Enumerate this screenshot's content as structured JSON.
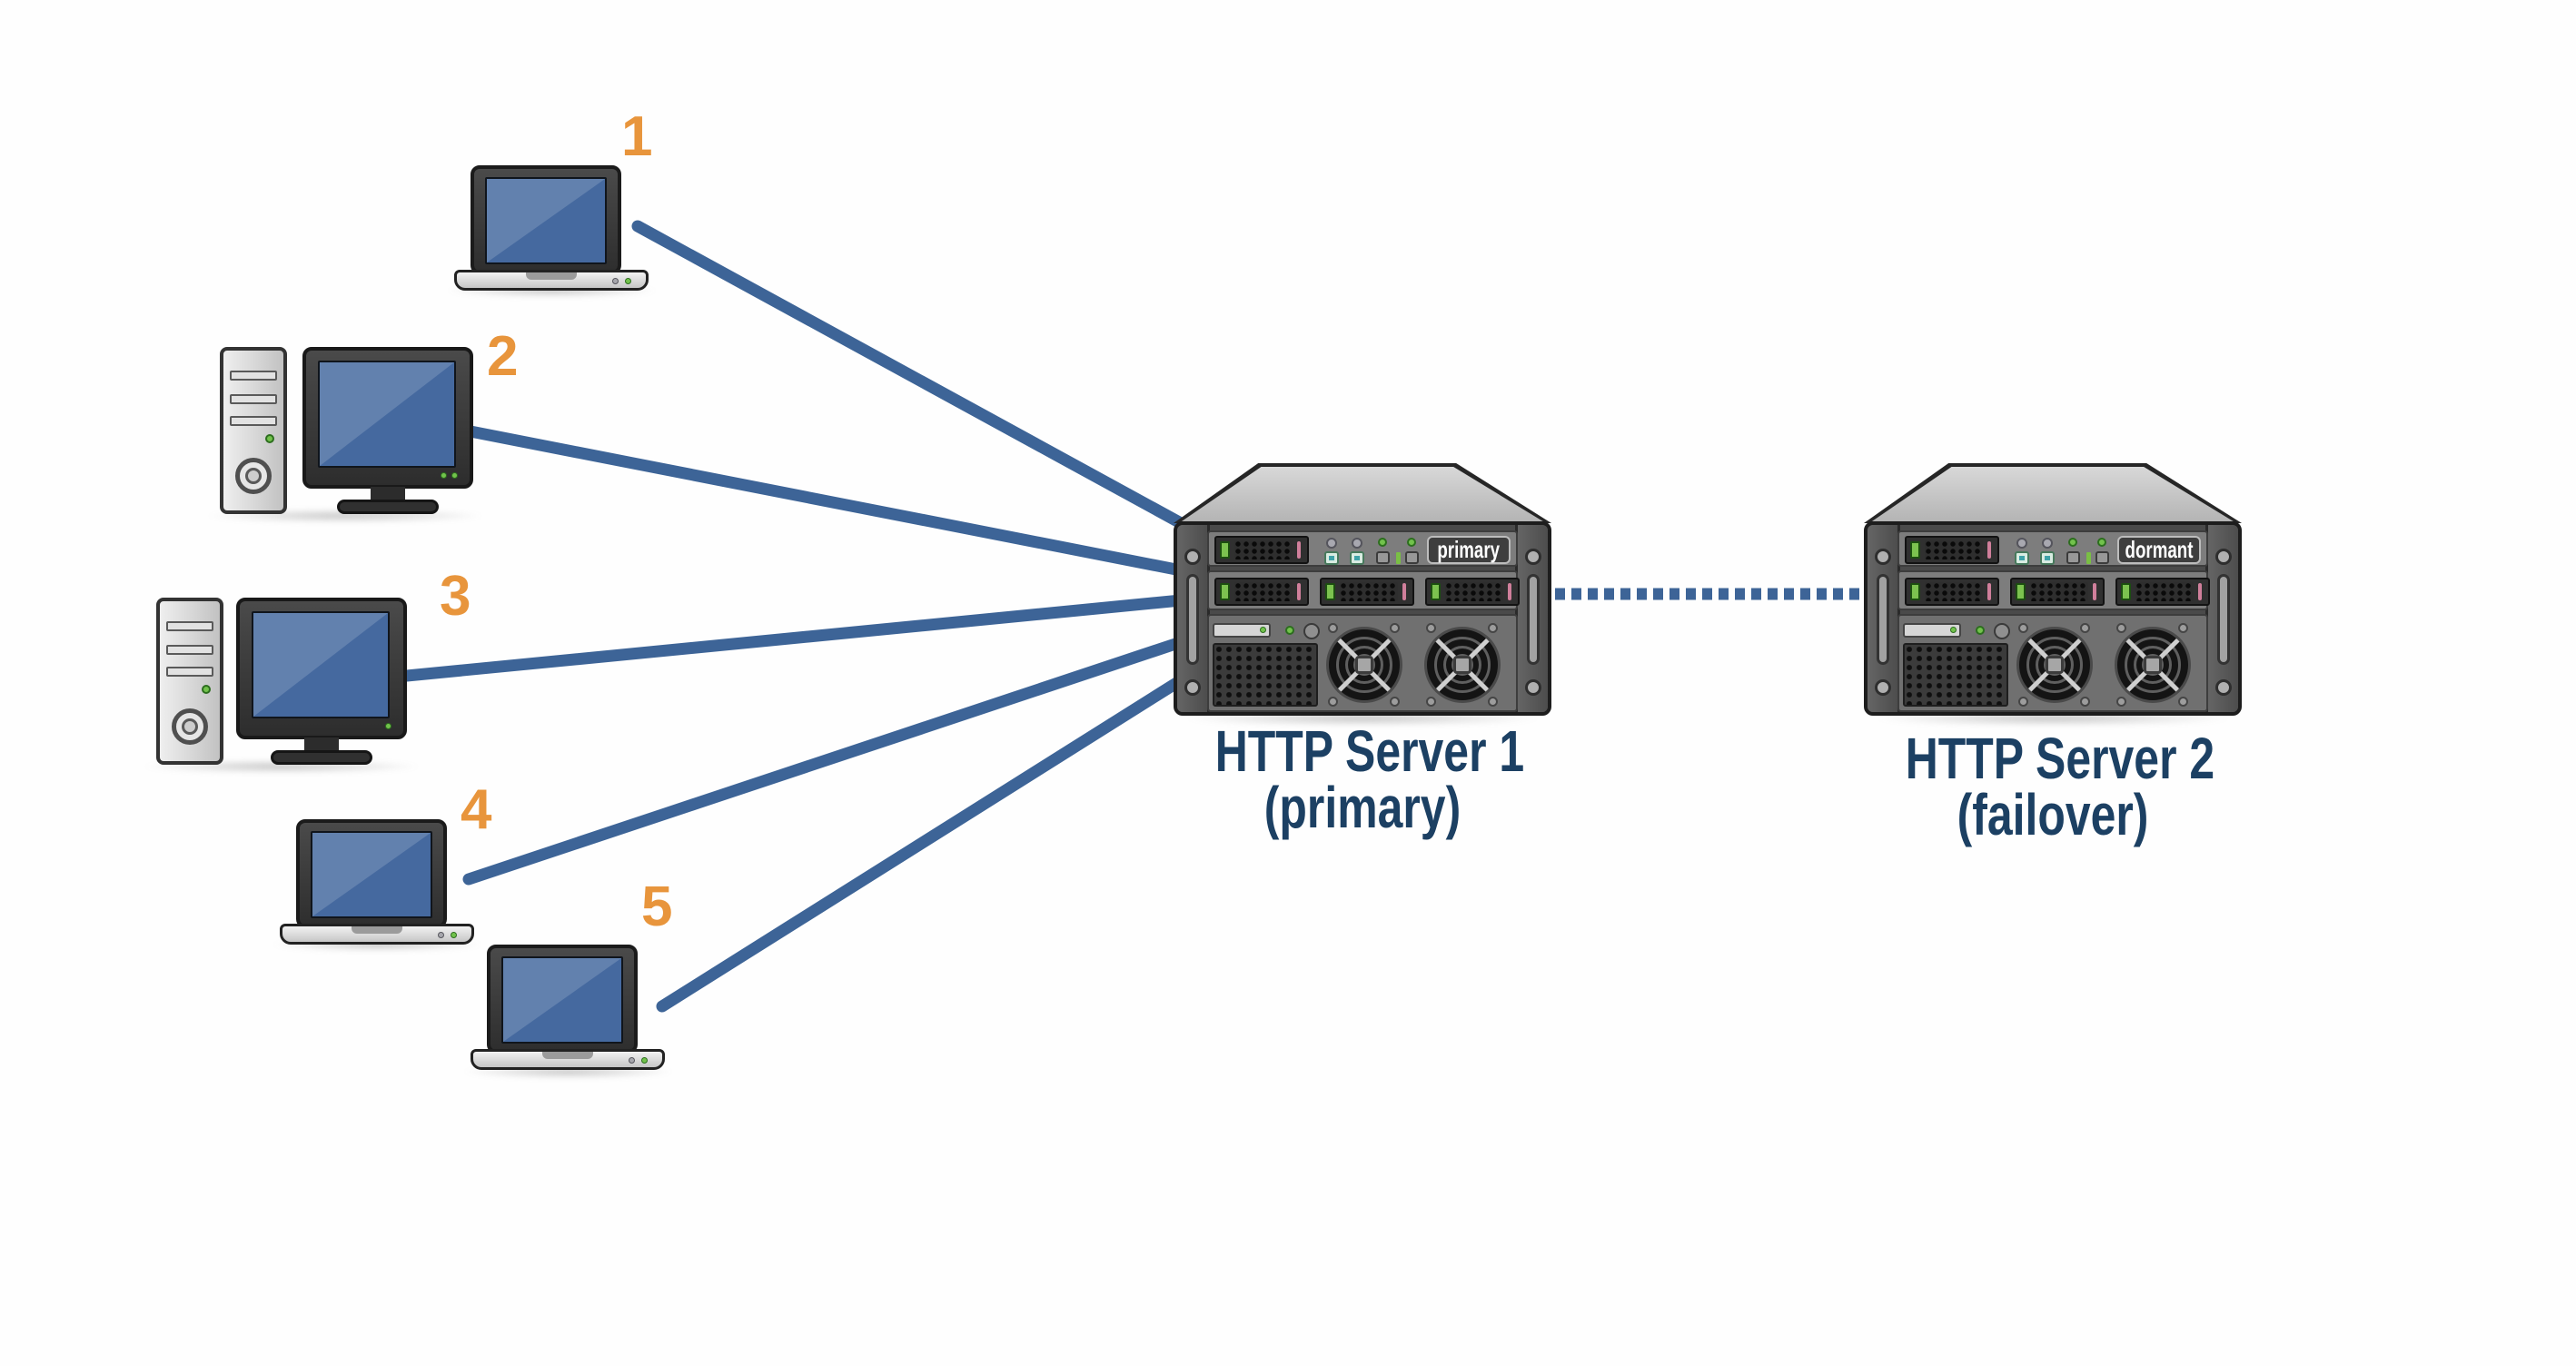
{
  "colors": {
    "line": "#3d6497",
    "number": "#e8953c",
    "caption": "#1c4063",
    "screen": "#45699f"
  },
  "clients": [
    {
      "label": "1",
      "type": "laptop"
    },
    {
      "label": "2",
      "type": "desktop"
    },
    {
      "label": "3",
      "type": "desktop"
    },
    {
      "label": "4",
      "type": "laptop"
    },
    {
      "label": "5",
      "type": "laptop"
    }
  ],
  "servers": [
    {
      "badge": "primary",
      "name": "HTTP Server 1",
      "role": "(primary)"
    },
    {
      "badge": "dormant",
      "name": "HTTP Server 2",
      "role": "(failover)"
    }
  ],
  "links": {
    "clients_to_primary": "solid",
    "primary_to_failover": "dotted"
  }
}
